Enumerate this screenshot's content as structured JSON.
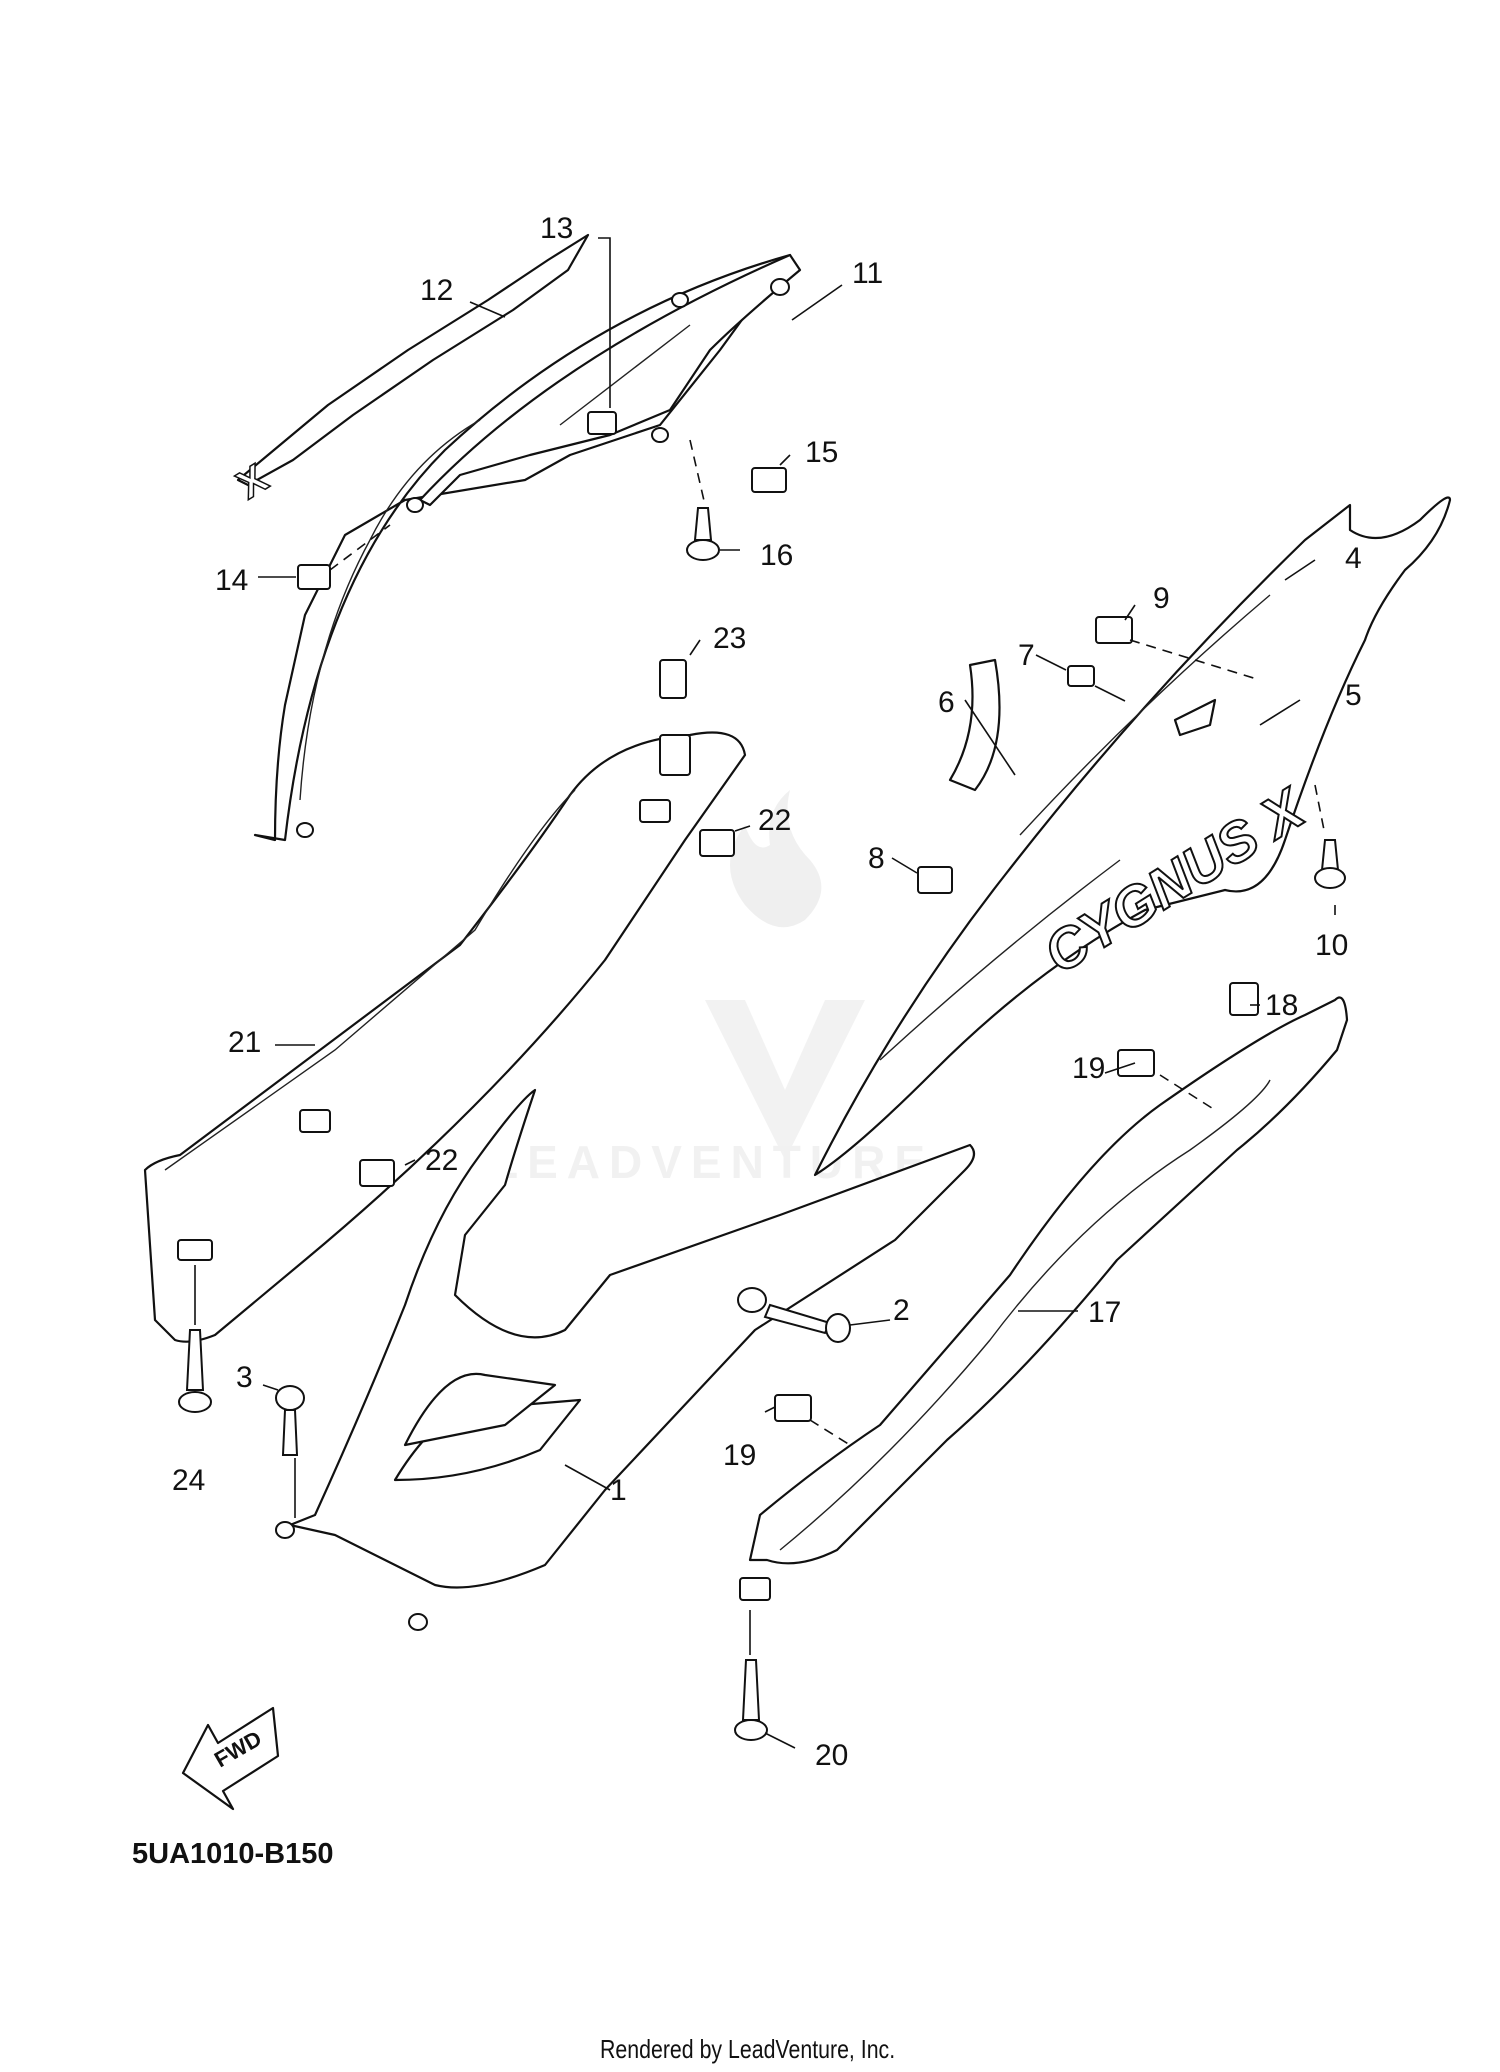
{
  "diagram": {
    "code": "5UA1010-B150",
    "credit": "Rendered by LeadVenture, Inc.",
    "watermark": "LEADVENTURE",
    "fwd_label": "FWD",
    "emblem_text_panel": "CYGNUS X",
    "emblem_text_decal": "X",
    "callouts": [
      "1",
      "2",
      "3",
      "4",
      "5",
      "6",
      "7",
      "8",
      "9",
      "10",
      "11",
      "12",
      "13",
      "14",
      "15",
      "16",
      "17",
      "18",
      "19",
      "19",
      "20",
      "21",
      "22",
      "22",
      "23",
      "24"
    ]
  }
}
